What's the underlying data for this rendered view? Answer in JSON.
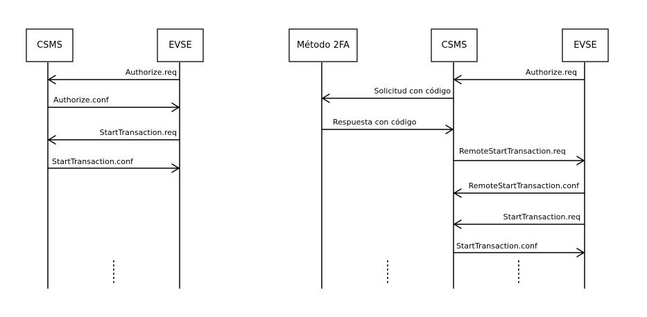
{
  "diagrams": [
    {
      "participants": [
        "CSMS",
        "EVSE"
      ],
      "messages": [
        {
          "label": "Authorize.req",
          "from": 1,
          "to": 0
        },
        {
          "label": "Authorize.conf",
          "from": 0,
          "to": 1
        },
        {
          "label": "StartTransaction.req",
          "from": 1,
          "to": 0
        },
        {
          "label": "StartTransaction.conf",
          "from": 0,
          "to": 1
        }
      ]
    },
    {
      "participants": [
        "Método 2FA",
        "CSMS",
        "EVSE"
      ],
      "messages": [
        {
          "label": "Authorize.req",
          "from": 2,
          "to": 1
        },
        {
          "label": "Solicitud con código",
          "from": 1,
          "to": 0
        },
        {
          "label": "Respuesta con código",
          "from": 0,
          "to": 1
        },
        {
          "label": "RemoteStartTransaction.req",
          "from": 1,
          "to": 2
        },
        {
          "label": "RemoteStartTransaction.conf",
          "from": 2,
          "to": 1
        },
        {
          "label": "StartTransaction.req",
          "from": 2,
          "to": 1
        },
        {
          "label": "StartTransaction.conf",
          "from": 1,
          "to": 2
        }
      ]
    }
  ]
}
